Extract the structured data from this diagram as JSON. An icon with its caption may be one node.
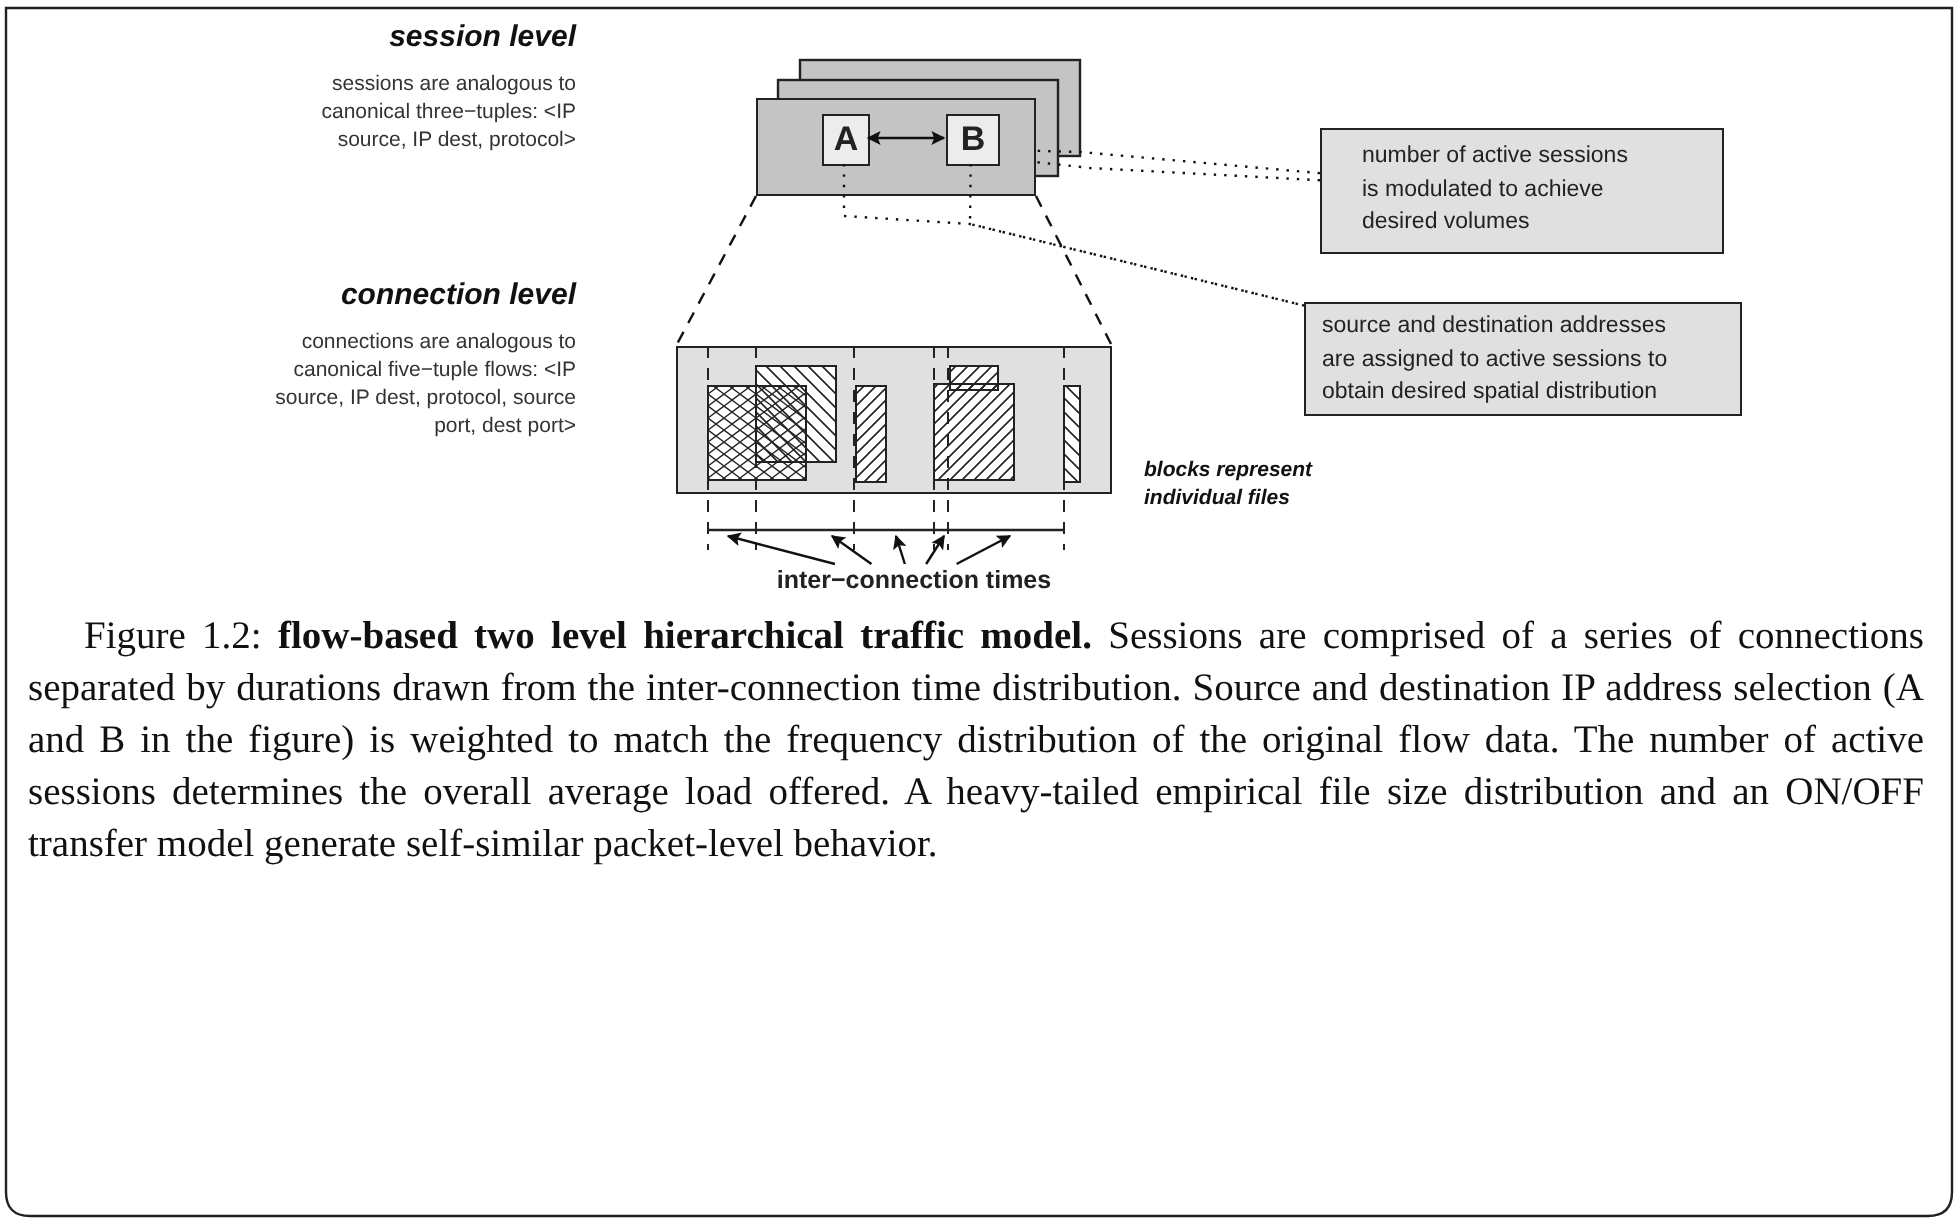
{
  "diagram": {
    "caption": "Figure 1.2: **flow-based two level hierarchical traffic model.** Sessions are comprised of a series of connections separated by durations drawn from the inter-connection time distribution. Source and destination IP address selection (A and B in the figure) is weighted to match the frequency distribution of the original flow data. The number of active sessions determines the overall average load offered. A heavy-tailed empirical file size distribution and an ON/OFF transfer model generate self-similar packet-level behavior.",
    "nodes": [
      {
        "text": [],
        "shape": "box"
      },
      {
        "text": [
          "A"
        ],
        "in": 0
      },
      {
        "text": [
          "B"
        ],
        "in": 0
      },
      {
        "text": [
          "number of active sessions is modulated to achieve desired volumes"
        ]
      },
      {
        "text": [
          "source and destination addresses are assigned to active sessions to obtain desired spatial distribution"
        ]
      },
      {
        "text": [],
        "shape": "box"
      },
      {
        "text": [
          "inter−connection times"
        ]
      }
    ],
    "edges": [
      {
        "from": 1,
        "to": 2,
        "arrow": "both"
      },
      {
        "from": 3,
        "to": 0,
        "arrow": "none",
        "style": "dashed"
      },
      {
        "from": 3,
        "to": 0,
        "arrow": "none",
        "style": "dashed"
      },
      {
        "from": 1,
        "to": 4,
        "arrow": "none",
        "style": "dashed"
      },
      {
        "from": 2,
        "to": 4,
        "arrow": "none",
        "style": "dashed"
      },
      {
        "from": 0,
        "to": 5,
        "arrow": "none",
        "style": "dashed"
      },
      {
        "from": 0,
        "to": 5,
        "arrow": "none",
        "style": "dashed"
      },
      {
        "from": 6,
        "to": null,
        "arrow": "to"
      },
      {
        "from": 6,
        "to": null,
        "arrow": "to"
      },
      {
        "from": 6,
        "to": null,
        "arrow": "to"
      },
      {
        "from": 6,
        "to": null,
        "arrow": "to"
      },
      {
        "from": 6,
        "to": null,
        "arrow": "to"
      }
    ],
    "labels": [
      "session level",
      "sessions are analogous to canonical three−tuples: <IP source, IP dest, protocol>",
      "connection level",
      "connections are analogous to canonical five−tuple flows: <IP source, IP dest, protocol, source port, dest port>",
      "blocks represent individual files"
    ]
  }
}
